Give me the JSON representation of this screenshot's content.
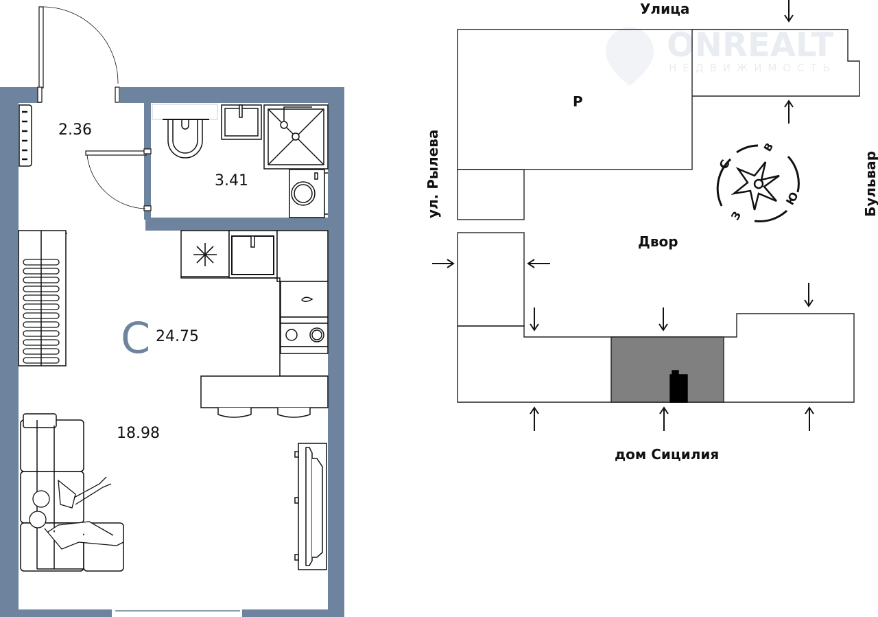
{
  "colors": {
    "wall": "#6e849e",
    "highlight_building": "#808080",
    "apartment_marker": "#000000",
    "line": "#111111",
    "room_icon": "#6e849e"
  },
  "apartment_plan": {
    "rooms": [
      {
        "name": "hallway",
        "area": "2.36"
      },
      {
        "name": "bathroom",
        "area": "3.41"
      },
      {
        "name": "studio-total",
        "area": "24.75"
      },
      {
        "name": "living-room",
        "area": "18.98"
      }
    ],
    "room_type_letter": "С",
    "fixtures": [
      "radiator",
      "toilet",
      "bathroom-sink",
      "shower",
      "washing-machine",
      "wardrobe",
      "fridge",
      "kitchen-sink",
      "oven",
      "cooktop",
      "bar-counter",
      "bar-stools",
      "sofa",
      "people-figures",
      "tv-unit"
    ]
  },
  "site_plan": {
    "labels": {
      "street_top": "Улица",
      "street_left": "ул. Рылева",
      "boulevard_right": "Бульвар",
      "courtyard": "Двор",
      "building_name": "дом Сицилия",
      "building_p": "Р"
    },
    "compass": {
      "north": "С",
      "east": "В",
      "south": "Ю",
      "west": "З"
    }
  },
  "watermark": {
    "brand": "ONREALT",
    "subtitle": "НЕДВИЖИМОСТЬ"
  }
}
